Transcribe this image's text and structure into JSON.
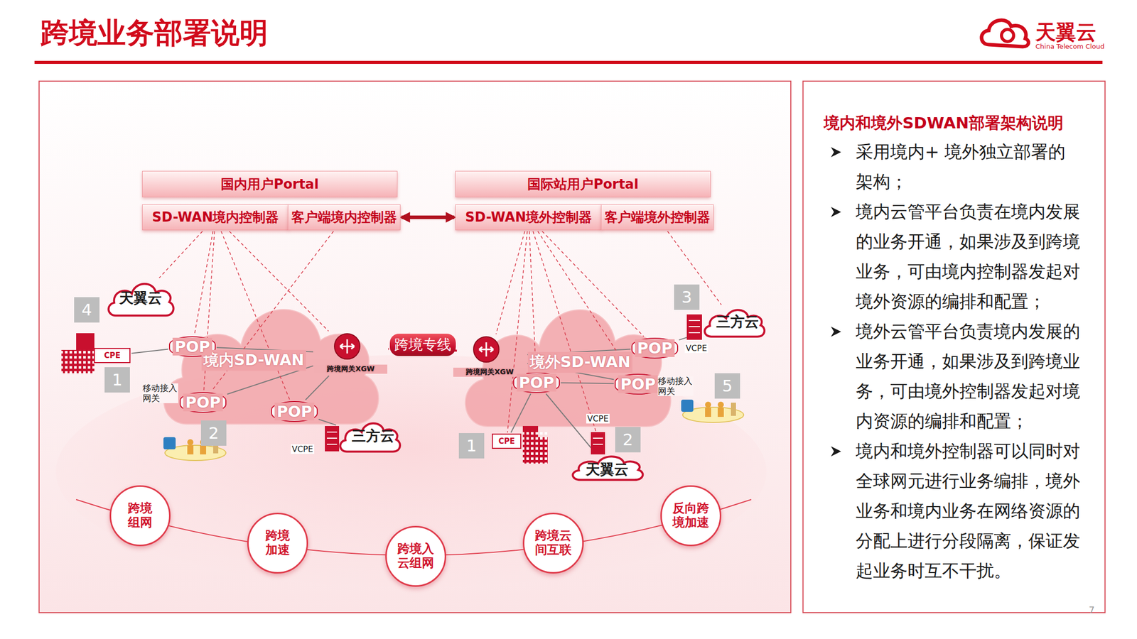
{
  "diagram": {
    "title": "跨境业务部署说明",
    "nodes": [
      {
        "text": [
          "国内用户Portal"
        ]
      },
      {
        "text": [
          "SD-WAN境内控制器"
        ]
      },
      {
        "text": [
          "客户端境内控制器"
        ]
      },
      {
        "text": [
          "国际站用户Portal"
        ]
      },
      {
        "text": [
          "SD-WAN境外控制器"
        ]
      },
      {
        "text": [
          "客户端境外控制器"
        ]
      },
      {
        "text": [
          "天翼云"
        ]
      },
      {
        "text": [
          "境内SD-WAN"
        ]
      },
      {
        "text": [
          "POP"
        ],
        "in": 7
      },
      {
        "text": [
          "POP"
        ],
        "in": 7
      },
      {
        "text": [
          "POP"
        ],
        "in": 7
      },
      {
        "text": [
          "跨境网关XGW"
        ],
        "in": 7
      },
      {
        "text": [
          "CPE"
        ]
      },
      {
        "text": [
          "三方云"
        ]
      },
      {
        "text": [
          "跨境专线"
        ]
      },
      {
        "text": [
          "境外SD-WAN"
        ]
      },
      {
        "text": [
          "跨境网关XGW"
        ],
        "in": 15
      },
      {
        "text": [
          "POP"
        ],
        "in": 15
      },
      {
        "text": [
          "POP"
        ],
        "in": 15
      },
      {
        "text": [
          "POP"
        ],
        "in": 15
      },
      {
        "text": [
          "三方云"
        ]
      },
      {
        "text": [
          "CPE"
        ]
      },
      {
        "text": [
          "天翼云"
        ]
      },
      {
        "text": [
          "跨境组网"
        ]
      },
      {
        "text": [
          "跨境加速"
        ]
      },
      {
        "text": [
          "跨境入云组网"
        ]
      },
      {
        "text": [
          "跨境云间互联"
        ]
      },
      {
        "text": [
          "反向跨境加速"
        ]
      },
      {
        "text": [
          "境内和境外SDWAN部署架构说明",
          "采用境内+ 境外独立部署的架构；",
          "境内云管平台负责在境内发展的业务开通，如果涉及到跨境业务，可由境内控制器发起对境外资源的编排和配置；",
          "境外云管平台负责境内发展的业务开通，如果涉及到跨境业务，可由境外控制器发起对境内资源的编排和配置；",
          "境内和境外控制器可以同时对全球网元进行业务编排，境外业务和境内业务在网络资源的分配上进行分段隔离，保证发起业务时互不干扰。"
        ]
      }
    ],
    "edges": [
      {
        "from": 12,
        "to": 8,
        "arrow": "none"
      },
      {
        "from": 8,
        "to": 11,
        "arrow": "none"
      },
      {
        "from": 9,
        "to": 11,
        "arrow": "none"
      },
      {
        "from": 10,
        "to": 11,
        "arrow": "none"
      },
      {
        "from": 10,
        "to": 13,
        "arrow": "none"
      },
      {
        "from": 11,
        "to": 14,
        "arrow": "none"
      },
      {
        "from": 14,
        "to": 16,
        "arrow": "none"
      },
      {
        "from": 16,
        "to": 17,
        "arrow": "none"
      },
      {
        "from": 16,
        "to": 18,
        "arrow": "none"
      },
      {
        "from": 16,
        "to": 19,
        "arrow": "none"
      },
      {
        "from": 18,
        "to": 19,
        "arrow": "none"
      },
      {
        "from": 17,
        "to": 20,
        "arrow": "none"
      },
      {
        "from": 18,
        "to": 21,
        "arrow": "none"
      },
      {
        "from": 18,
        "to": 22,
        "arrow": "none"
      },
      {
        "from": 1,
        "to": 6,
        "arrow": "none"
      },
      {
        "from": 1,
        "to": 8,
        "arrow": "none"
      },
      {
        "from": 1,
        "to": 9,
        "arrow": "none"
      },
      {
        "from": 1,
        "to": 10,
        "arrow": "none"
      },
      {
        "from": 1,
        "to": 11,
        "arrow": "none"
      },
      {
        "from": 2,
        "to": 9,
        "arrow": "none"
      },
      {
        "from": 4,
        "to": 16,
        "arrow": "none"
      },
      {
        "from": 4,
        "to": 17,
        "arrow": "none"
      },
      {
        "from": 4,
        "to": 18,
        "arrow": "none"
      },
      {
        "from": 4,
        "to": 19,
        "arrow": "none"
      },
      {
        "from": 4,
        "to": 21,
        "arrow": "none"
      },
      {
        "from": 4,
        "to": 22,
        "arrow": "none"
      },
      {
        "from": 5,
        "to": 20,
        "arrow": "none"
      },
      {
        "from": 2,
        "to": 4,
        "arrow": "both"
      }
    ],
    "labels": [
      "天翼云",
      "China Telecom Cloud",
      "4",
      "1",
      "2",
      "移动接入 网关",
      "VCPE",
      "3",
      "VCPE",
      "移动接入 网关",
      "5",
      "1",
      "2",
      "VCPE",
      "7"
    ]
  }
}
